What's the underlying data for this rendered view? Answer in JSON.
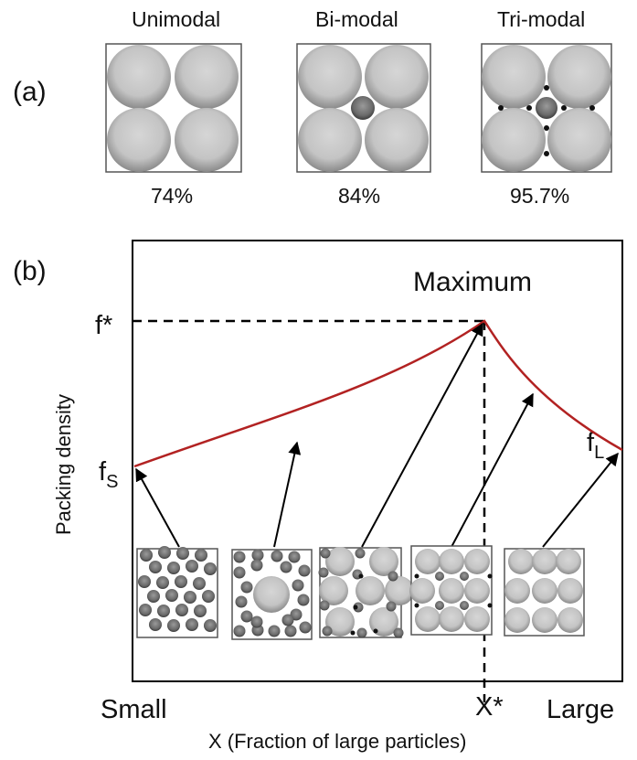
{
  "panel_a": {
    "label": "(a)",
    "cells": [
      {
        "title": "Unimodal",
        "density": "74%"
      },
      {
        "title": "Bi-modal",
        "density": "84%"
      },
      {
        "title": "Tri-modal",
        "density": "95.7%"
      }
    ]
  },
  "panel_b": {
    "label": "(b)",
    "maximum_label": "Maximum",
    "y_axis_label": "Packing density",
    "x_axis_label": "X (Fraction of large particles)",
    "f_star": "f*",
    "f_s_base": "f",
    "f_s_sub": "S",
    "f_l_base": "f",
    "f_l_sub": "L",
    "x_small": "Small",
    "x_star": "X*",
    "x_large": "Large",
    "curve_color": "#b22222"
  }
}
